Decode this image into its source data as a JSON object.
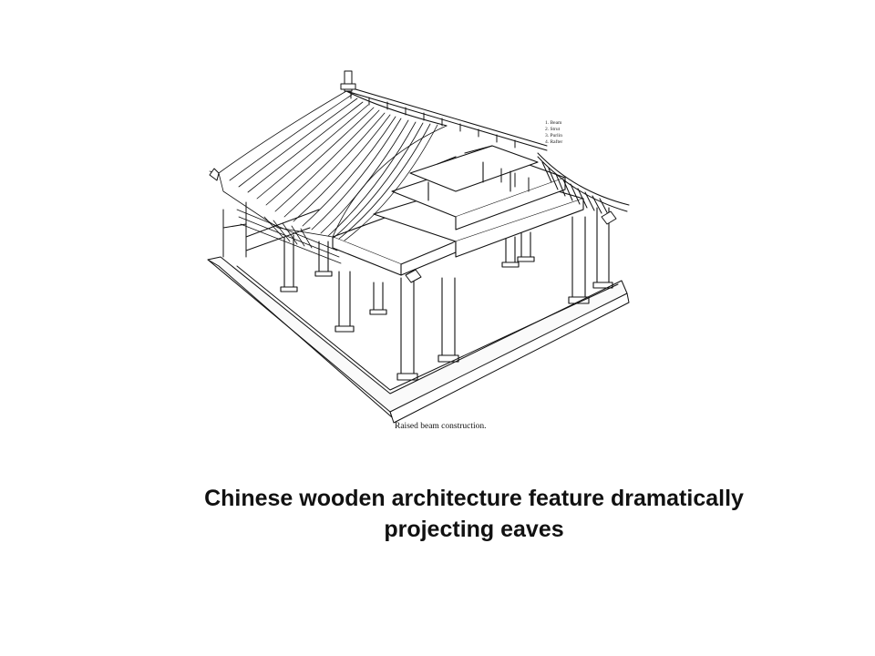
{
  "figure": {
    "caption": "Raised beam construction.",
    "legend": [
      "1. Beam",
      "2. Strut",
      "3. Purlin",
      "4. Rafter"
    ]
  },
  "slide": {
    "title_line1": "Chinese wooden architecture feature dramatically",
    "title_line2": "projecting eaves"
  }
}
